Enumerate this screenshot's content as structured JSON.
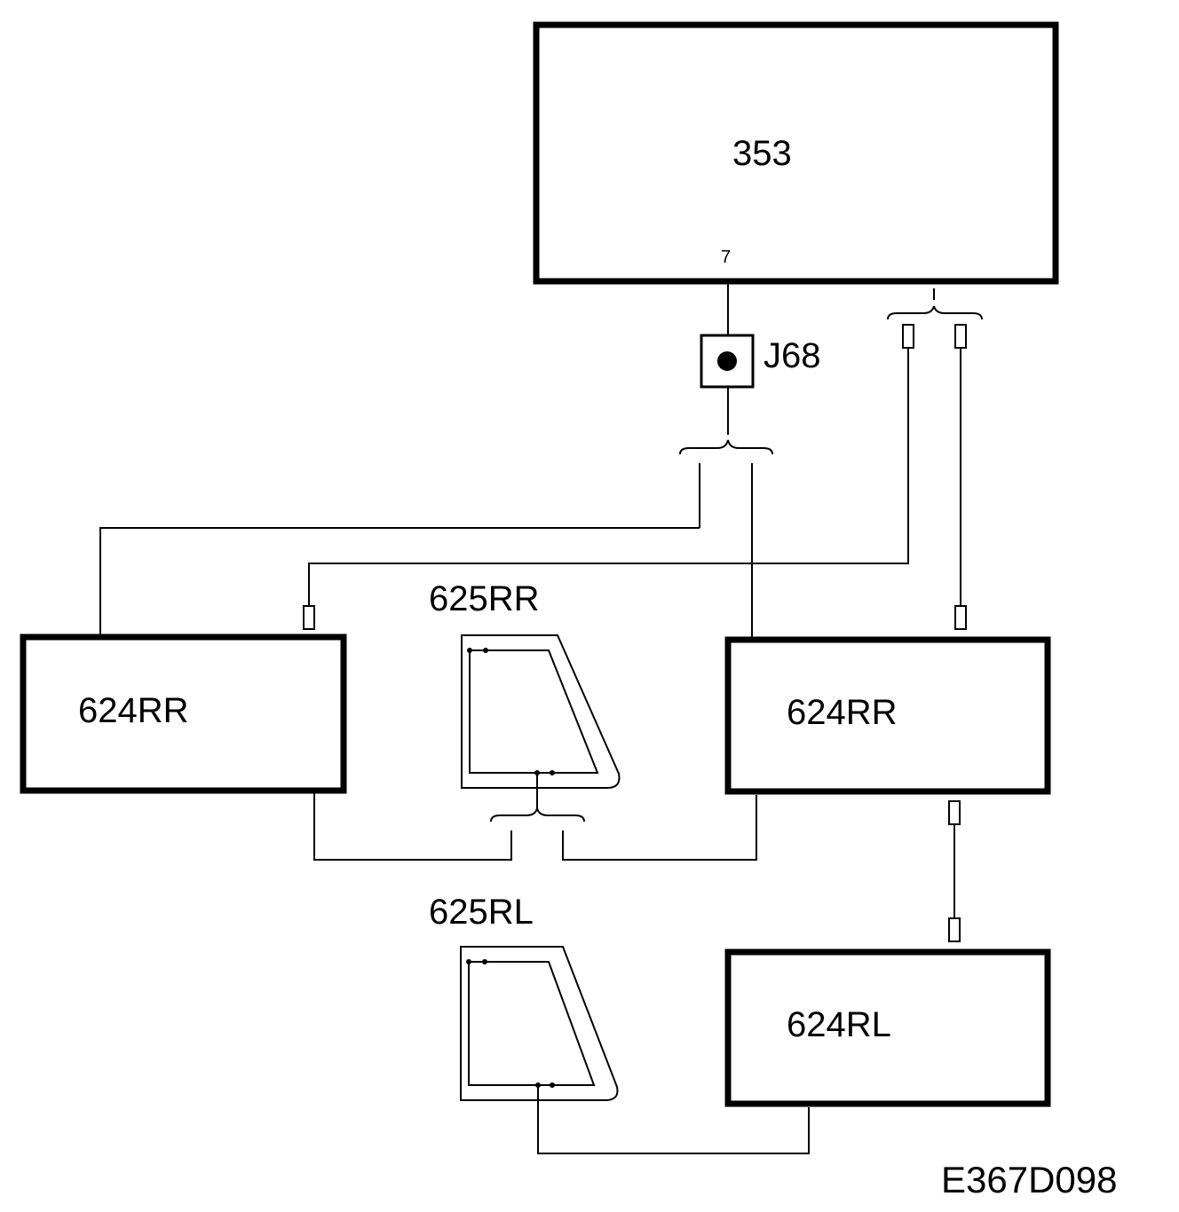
{
  "diagram": {
    "main_unit_label": "353",
    "pin_label": "7",
    "junction_label": "J68",
    "heater_top_label": "625RR",
    "heater_bottom_label": "625RL",
    "unit_left_label": "624RR",
    "unit_right_label": "624RR",
    "unit_bottom_label": "624RL",
    "drawing_code": "E367D098"
  }
}
